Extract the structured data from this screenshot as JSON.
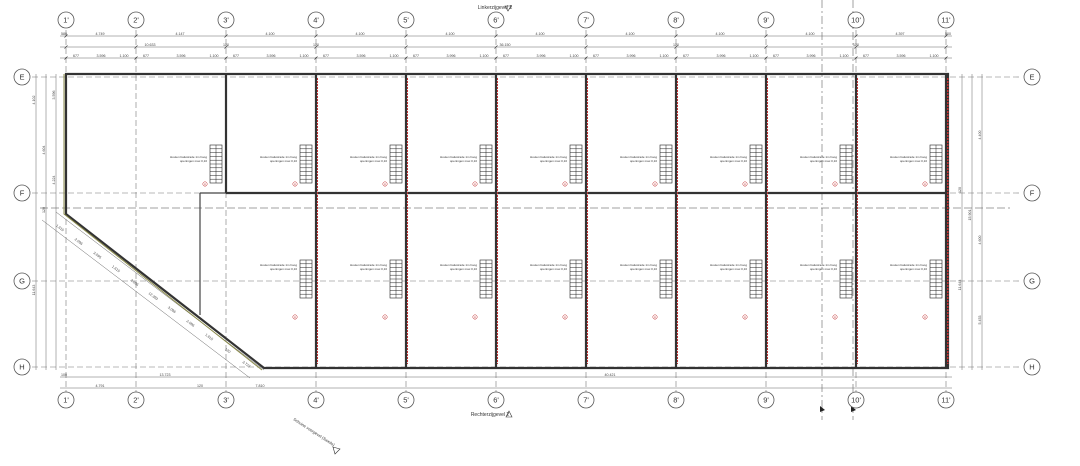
{
  "grid_columns": [
    "1'",
    "2'",
    "3'",
    "4'",
    "5'",
    "6'",
    "7'",
    "8'",
    "9'",
    "10'",
    "11'"
  ],
  "grid_rows": [
    "E",
    "F",
    "G",
    "H"
  ],
  "elevations": {
    "top": "Linkerzijgevel 2",
    "bottom": "Rechterzijgevel 2",
    "diagonal": "Schuine voorgevel (Sweilo)"
  },
  "dims_top_row1": [
    "580",
    "4.749",
    "4.147",
    "4.100",
    "4.100",
    "4.100",
    "4.100",
    "4.100",
    "4.100",
    "4.100",
    "4.397",
    "500"
  ],
  "dims_top_row2": [
    "10.633",
    "36.150",
    "120",
    "120",
    "120",
    "120"
  ],
  "dims_top_row3": [
    "3.596",
    "3.596",
    "3.596",
    "3.596",
    "3.996",
    "3.996",
    "3.996",
    "3.996",
    "3.996",
    "3.596"
  ],
  "dims_top_row3_small": [
    "677",
    "1.100"
  ],
  "dims_bottom": [
    "100",
    "4.791",
    "120",
    "13.723",
    "40.421",
    "7.810"
  ],
  "dims_left": [
    "4.102",
    "4.604",
    "3.596",
    "4.224",
    "11.643",
    "120"
  ],
  "dims_right": [
    "4.400",
    "15.901",
    "4.600",
    "5.453",
    "11.643",
    "120"
  ],
  "dims_diagonal": [
    "1.615",
    "2.096",
    "3.095",
    "1.615",
    "2.096",
    "12.393",
    "3.096",
    "2.096",
    "1.615",
    "120",
    "3.727"
  ],
  "stair_note_line1": "Houten balustrade 1m hoog",
  "stair_note_line2": "openingen max 0,10",
  "smoke_symbol": "R"
}
